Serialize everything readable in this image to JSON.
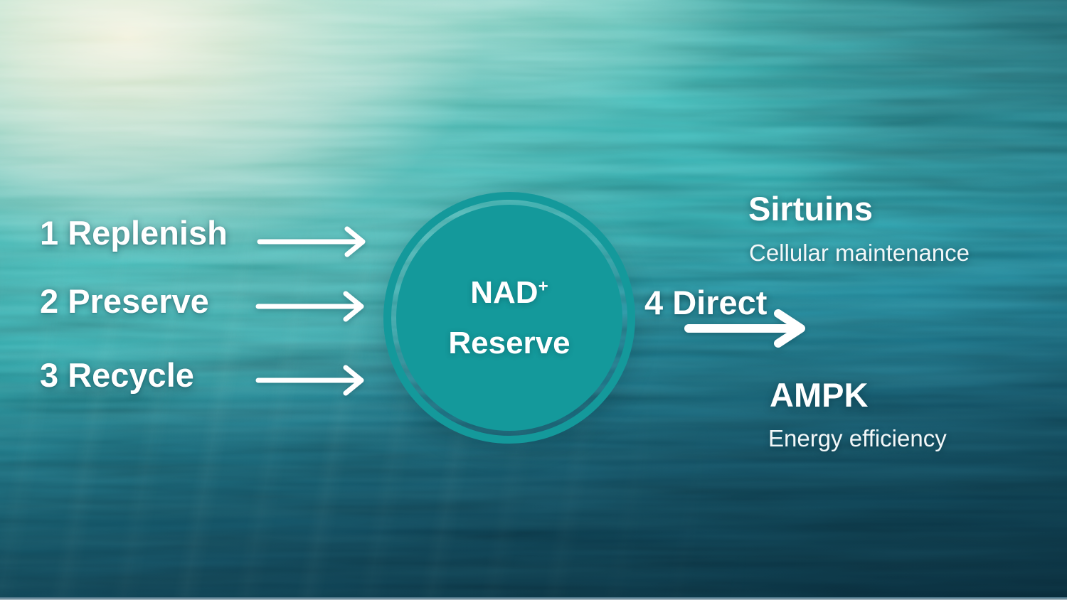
{
  "slide": {
    "inputs": [
      {
        "label": "1 Replenish"
      },
      {
        "label": "2 Preserve"
      },
      {
        "label": "3 Recycle"
      }
    ],
    "center": {
      "line1_base": "NAD",
      "line1_sup": "+",
      "line2": "Reserve"
    },
    "output": {
      "label": "4 Direct"
    },
    "outcomes": [
      {
        "title": "Sirtuins",
        "subtitle": "Cellular maintenance"
      },
      {
        "title": "AMPK",
        "subtitle": "Energy efficiency"
      }
    ],
    "icons": [
      "arrow-right-icon",
      "arrow-right-icon",
      "arrow-right-icon",
      "arrow-right-icon"
    ],
    "colors": {
      "circle_teal": "#14999b",
      "text_white": "#ffffff",
      "water_light": "#6cc8b6",
      "water_dark": "#0b3444",
      "sun_glow": "#f6f1d9"
    }
  }
}
